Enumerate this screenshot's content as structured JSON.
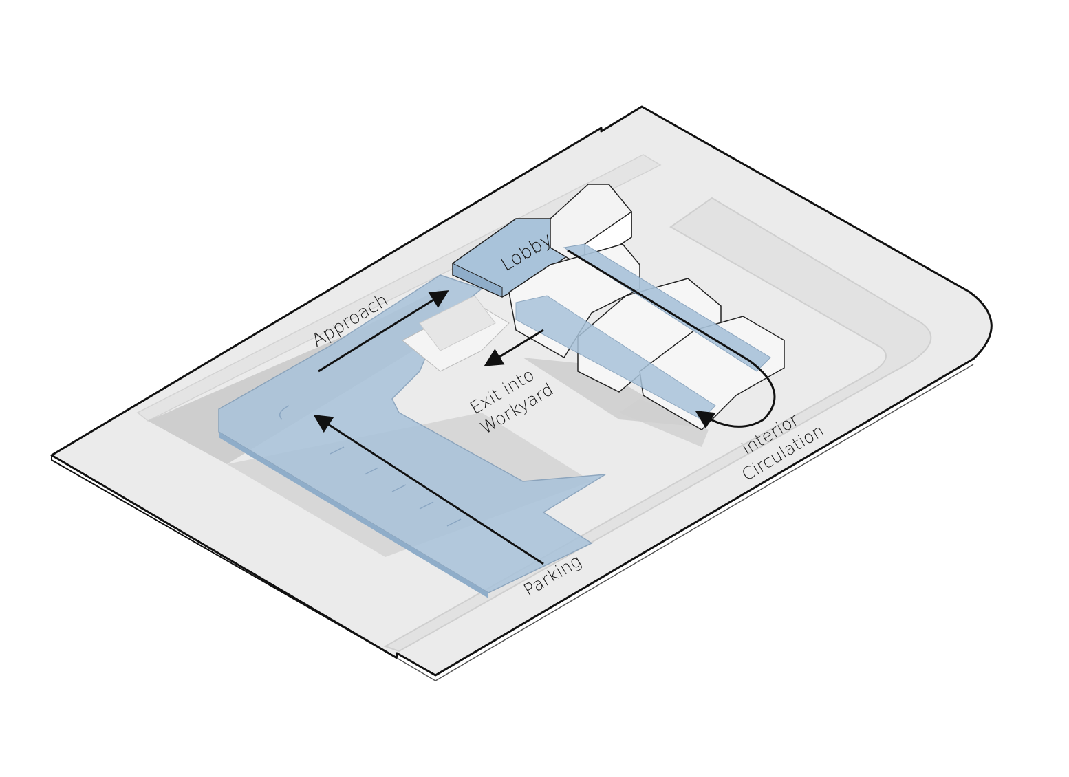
{
  "labels": {
    "lobby": "Lobby",
    "approach": "Approach",
    "exit_line1": "Exit into",
    "exit_line2": "Workyard",
    "interior_line1": "interior",
    "interior_line2": "Circulation",
    "parking": "Parking"
  },
  "colors": {
    "site": "#ececec",
    "blue": "#a9c3da",
    "blue_dark": "#8fadc9",
    "outline": "#111111"
  }
}
